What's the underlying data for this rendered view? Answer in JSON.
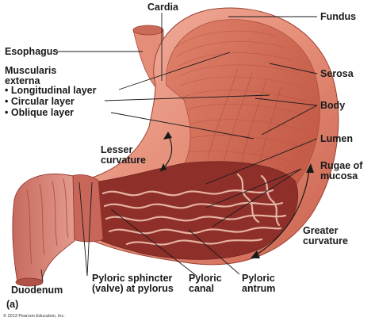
{
  "labels": {
    "cardia": "Cardia",
    "fundus": "Fundus",
    "esophagus": "Esophagus",
    "muscularis_line1": "Muscularis",
    "muscularis_line2": "externa",
    "longitudinal": "• Longitudinal layer",
    "circular": "• Circular layer",
    "oblique": "• Oblique layer",
    "serosa": "Serosa",
    "body": "Body",
    "lesser_line1": "Lesser",
    "lesser_line2": "curvature",
    "lumen": "Lumen",
    "rugae_line1": "Rugae of",
    "rugae_line2": "mucosa",
    "greater_line1": "Greater",
    "greater_line2": "curvature",
    "duodenum": "Duodenum",
    "pyloric_sphincter_line1": "Pyloric sphincter",
    "pyloric_sphincter_line2": "(valve) at pylorus",
    "pyloric_canal_line1": "Pyloric",
    "pyloric_canal_line2": "canal",
    "pyloric_antrum_line1": "Pyloric",
    "pyloric_antrum_line2": "antrum",
    "panel": "(a)",
    "copyright": "© 2013 Pearson Education, Inc."
  },
  "colors": {
    "serosa": "#e79a86",
    "muscle": "#d6745f",
    "muscle_dark": "#b5503f",
    "lumen": "#8e2f2a",
    "rugae": "#e7b3a3",
    "duodenum": "#d98377"
  }
}
